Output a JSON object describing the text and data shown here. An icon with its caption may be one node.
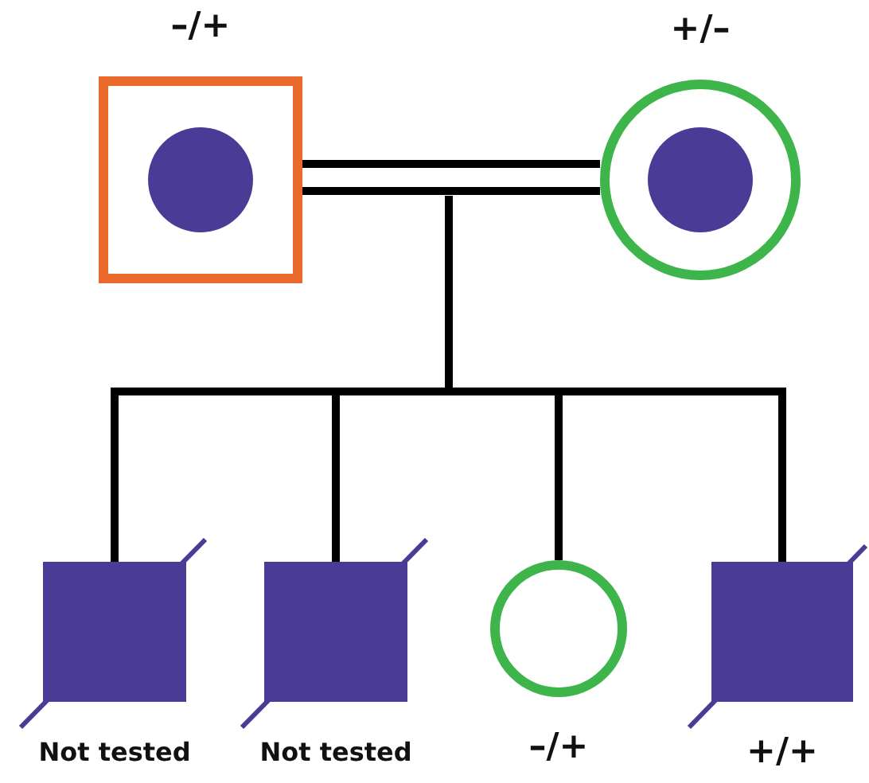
{
  "diagram": {
    "nodes": [
      {
        "text": [],
        "shape": "box",
        "beside": [
          "–/+"
        ]
      },
      {
        "text": [],
        "shape": "circle",
        "in": 0
      },
      {
        "text": [],
        "shape": "circle",
        "beside": [
          "+/–"
        ]
      },
      {
        "text": [],
        "shape": "circle",
        "in": 2
      },
      {
        "text": [],
        "shape": "box",
        "beside": [
          "Not tested"
        ]
      },
      {
        "text": [],
        "shape": "box",
        "beside": [
          "Not tested"
        ]
      },
      {
        "text": [],
        "shape": "circle",
        "beside": [
          "–/+"
        ]
      },
      {
        "text": [],
        "shape": "box",
        "beside": [
          "+/+"
        ]
      }
    ],
    "edges": [
      {
        "from": 0,
        "to": 2,
        "arrow": "none",
        "style": "thick"
      },
      {
        "from": null,
        "to": 4,
        "arrow": "none"
      },
      {
        "from": null,
        "to": 5,
        "arrow": "none"
      },
      {
        "from": null,
        "to": 6,
        "arrow": "none"
      },
      {
        "from": null,
        "to": 7,
        "arrow": "none"
      }
    ]
  }
}
